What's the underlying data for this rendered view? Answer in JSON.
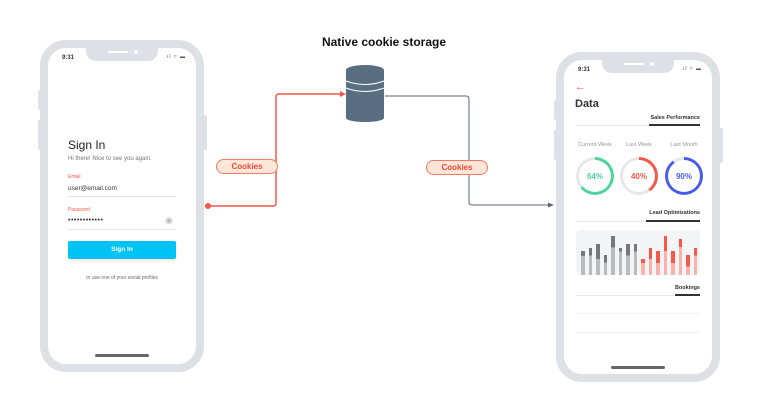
{
  "title": "Native cookie storage",
  "connector_labels": [
    "Cookies",
    "Cookies"
  ],
  "colors": {
    "accent_red": "#f5574a",
    "connector_gray": "#5b6675",
    "database": "#5a6e82",
    "button": "#00c3f5",
    "green": "#4cd59a",
    "blue": "#4a5cf0"
  },
  "icons": {
    "database": "database-icon",
    "arrow_back": "arrow-left-icon",
    "eye": "eye-icon"
  },
  "signin_phone": {
    "time": "9:31",
    "title": "Sign In",
    "subtitle": "Hi there! Nice to see you again.",
    "email_label": "Email",
    "email_value": "user@email.com",
    "password_label": "Password",
    "password_value": "••••••••••••",
    "button": "Sign In",
    "social_text": "or use one of your social profiles"
  },
  "data_phone": {
    "time": "9:31",
    "title": "Data",
    "sales_tab": "Sales Performance",
    "rings": [
      {
        "label": "Current Week",
        "value": "64%",
        "percent": 64,
        "color": "#4cd59a"
      },
      {
        "label": "Last Week",
        "value": "40%",
        "percent": 40,
        "color": "#f5574a"
      },
      {
        "label": "Last Month",
        "value": "90%",
        "percent": 90,
        "color": "#4a5cf0"
      }
    ],
    "lead_tab": "Lead Optimizations",
    "bars": [
      {
        "total": 53,
        "lower": 42,
        "color": "gray"
      },
      {
        "total": 61,
        "lower": 44,
        "color": "gray"
      },
      {
        "total": 70,
        "lower": 36,
        "color": "gray"
      },
      {
        "total": 44,
        "lower": 27,
        "color": "gray"
      },
      {
        "total": 87,
        "lower": 61,
        "color": "gray"
      },
      {
        "total": 61,
        "lower": 53,
        "color": "gray"
      },
      {
        "total": 70,
        "lower": 44,
        "color": "gray"
      },
      {
        "total": 70,
        "lower": 53,
        "color": "gray"
      },
      {
        "total": 36,
        "lower": 27,
        "color": "red"
      },
      {
        "total": 61,
        "lower": 36,
        "color": "red"
      },
      {
        "total": 53,
        "lower": 27,
        "color": "red"
      },
      {
        "total": 87,
        "lower": 53,
        "color": "red"
      },
      {
        "total": 53,
        "lower": 27,
        "color": "red"
      },
      {
        "total": 79,
        "lower": 61,
        "color": "red"
      },
      {
        "total": 44,
        "lower": 19,
        "color": "red"
      },
      {
        "total": 61,
        "lower": 44,
        "color": "red"
      }
    ],
    "bookings_tab": "Bookings"
  }
}
